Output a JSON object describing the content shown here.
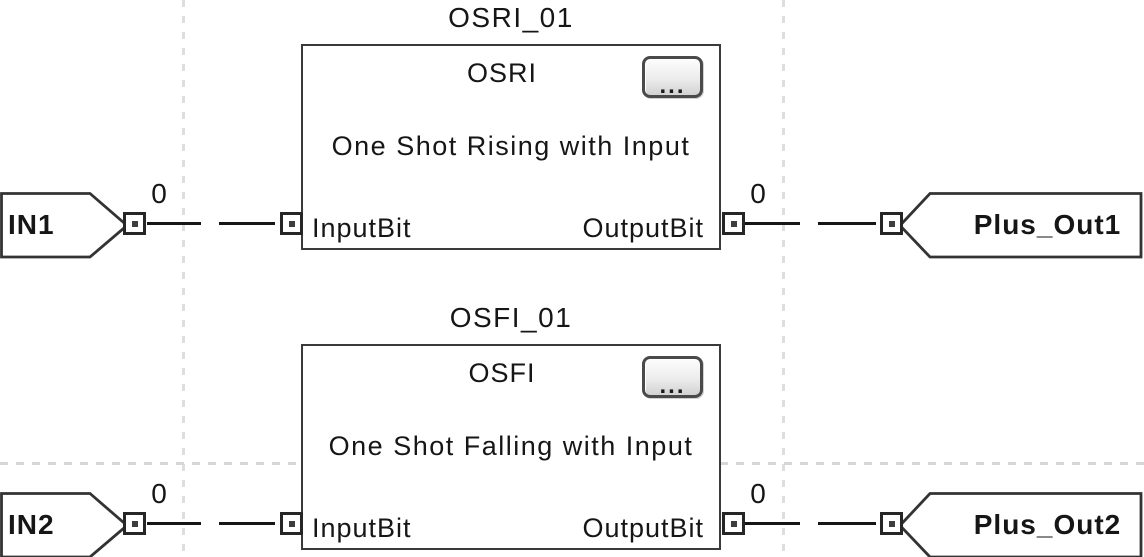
{
  "diagram": {
    "rungs": [
      {
        "input_ref": {
          "name": "IN1",
          "value": "0"
        },
        "block": {
          "instance": "OSRI_01",
          "type": "OSRI",
          "description": "One Shot Rising with Input",
          "input_pin": "InputBit",
          "output_pin": "OutputBit",
          "properties_button_label": "..."
        },
        "output_ref": {
          "name": "Plus_Out1",
          "value": "0"
        }
      },
      {
        "input_ref": {
          "name": "IN2",
          "value": "0"
        },
        "block": {
          "instance": "OSFI_01",
          "type": "OSFI",
          "description": "One Shot Falling with Input",
          "input_pin": "InputBit",
          "output_pin": "OutputBit",
          "properties_button_label": "..."
        },
        "output_ref": {
          "name": "Plus_Out2",
          "value": "0"
        }
      }
    ]
  }
}
